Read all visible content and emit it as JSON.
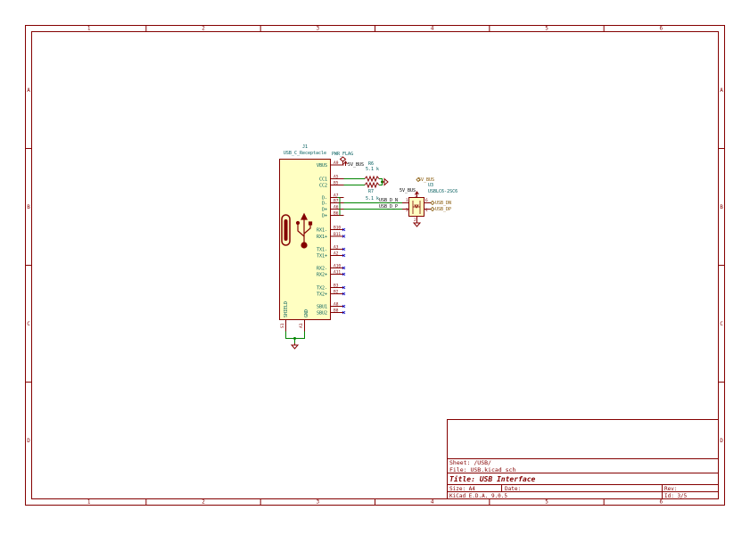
{
  "frame": {
    "columns": [
      "1",
      "2",
      "3",
      "4",
      "5",
      "6"
    ],
    "rows": [
      "A",
      "B",
      "C",
      "D"
    ],
    "colors": {
      "border": "#840000",
      "wire": "#008400",
      "body_fill": "#ffffc2",
      "label": "#005c5c",
      "net": "#845400",
      "pin_text": "#840000"
    }
  },
  "title_block": {
    "sheet": "Sheet: /USB/",
    "file": "File: USB.kicad_sch",
    "title": "Title: USB Interface",
    "size": "Size: A4",
    "date": "Date:",
    "rev": "Rev:",
    "tool": "KiCad E.D.A. 9.0.5",
    "id": "Id: 3/5"
  },
  "j1": {
    "ref": "J1",
    "value": "USB_C_Receptacle",
    "pins_left": [
      {
        "name": "VBUS",
        "num": "A9"
      },
      {
        "name": "CC1",
        "num": "A5"
      },
      {
        "name": "CC2",
        "num": "B5"
      },
      {
        "name": "D-",
        "num": "A7"
      },
      {
        "name": "D-",
        "num": "B7"
      },
      {
        "name": "D+",
        "num": "A6"
      },
      {
        "name": "D+",
        "num": "B6"
      },
      {
        "name": "RX1-",
        "num": "B10"
      },
      {
        "name": "RX1+",
        "num": "B11"
      },
      {
        "name": "TX1-",
        "num": "A3"
      },
      {
        "name": "TX1+",
        "num": "A2"
      },
      {
        "name": "RX2-",
        "num": "A10"
      },
      {
        "name": "RX2+",
        "num": "A11"
      },
      {
        "name": "TX2-",
        "num": "B3"
      },
      {
        "name": "TX2+",
        "num": "B2"
      },
      {
        "name": "SBU1",
        "num": "A8"
      },
      {
        "name": "SBU2",
        "num": "B8"
      }
    ],
    "shield": "SHIELD",
    "gnd": "GND",
    "shield_pin": "S1",
    "gnd_pin": "A1"
  },
  "labels": {
    "pwr_flag": "PWR_FLAG",
    "vbus_net": "5V_BUS",
    "r6_ref": "R6",
    "r6_val": "5.1 k",
    "r7_ref": "R7",
    "r7_val": "5.1 k",
    "usb_d_n": "USB_D_N",
    "usb_d_p": "USB_D_P",
    "u3_ref": "U3",
    "u3_val": "USBLC6-2SC6",
    "u3_vbus_top": "5V_BUS",
    "u3_vbus_left": "5V_BUS",
    "usb_dn_global": "USB_DN",
    "usb_dp_global": "USB_DP",
    "u3_pins": [
      "1",
      "3",
      "6",
      "4",
      "5",
      "2"
    ]
  }
}
